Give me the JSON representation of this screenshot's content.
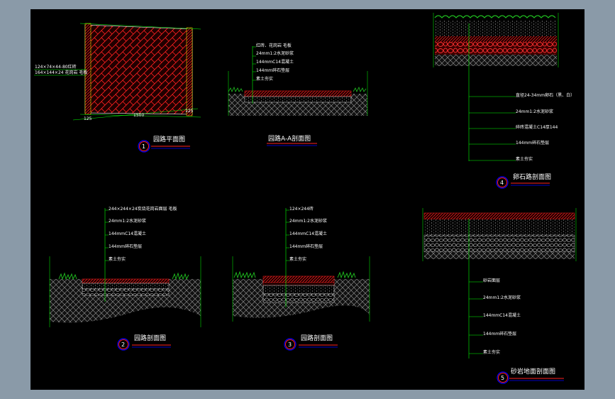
{
  "drawing_1": {
    "notes": [
      "124×74×44-80红砖",
      "164×144×24 花岗岩 毛板"
    ],
    "dims": [
      "125",
      "1500",
      "125"
    ],
    "title": "园路平面图",
    "number": "1"
  },
  "drawing_aa": {
    "notes": [
      "红砖、花岗岩 毛板",
      "24mm1:2水泥砂浆",
      "144mmC14混凝土",
      "144mm碎石垫层",
      "素土夯实"
    ],
    "title": "园路A-A剖面图"
  },
  "drawing_4": {
    "notes": [
      "直径24-34mm卵石（黑、白）",
      "24mm1:2水泥砂浆",
      "碎砖混凝土C14厚144",
      "144mm碎石垫层",
      "素土夯实"
    ],
    "title": "卵石路剖面图",
    "number": "4"
  },
  "drawing_2": {
    "notes": [
      "244×244×24炭烧花岗岩面层 毛板",
      "24mm1:2水泥砂浆",
      "144mmC14混凝土",
      "144mm碎石垫层",
      "素土夯实"
    ],
    "title": "园路剖面图",
    "number": "2"
  },
  "drawing_3": {
    "notes": [
      "124×244砖",
      "24mm1:2水泥砂浆",
      "144mmC14混凝土",
      "144mm碎石垫层",
      "素土夯实"
    ],
    "title": "园路剖面图",
    "number": "3"
  },
  "drawing_5": {
    "notes": [
      "砂岩面层",
      "24mm1:2水泥砂浆",
      "144mmC14混凝土",
      "144mm碎石垫层",
      "素土夯实"
    ],
    "title": "砂岩地面剖面图",
    "number": "5"
  },
  "colors": {
    "background": "#000000",
    "frame": "#8a9aa8",
    "leader": "#00ff00",
    "hatch": "#ff2020",
    "soil": "#bbbbbb",
    "grass": "#20c020",
    "circle": "#ff2020",
    "underline": "#ff2020"
  }
}
